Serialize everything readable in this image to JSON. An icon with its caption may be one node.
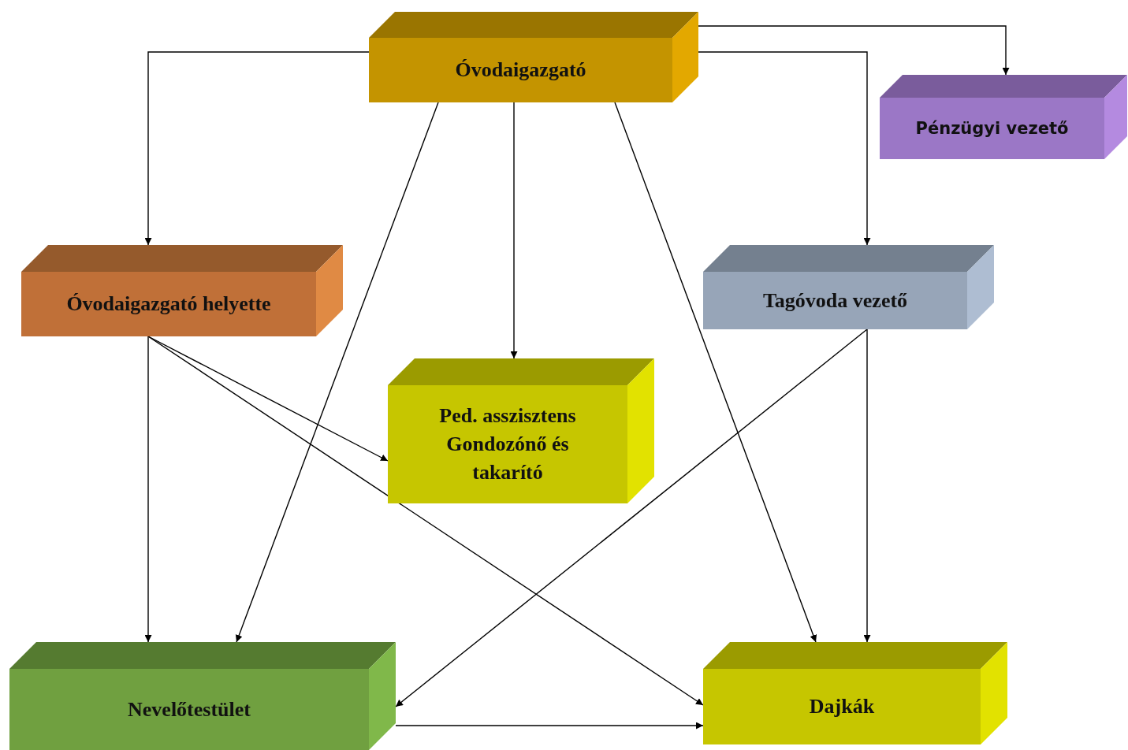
{
  "diagram": {
    "nodes": [
      {
        "text": [
          "Óvodaigazgató"
        ]
      },
      {
        "text": [
          "Pénzügyi vezető"
        ]
      },
      {
        "text": [
          "Óvodaigazgató helyette"
        ]
      },
      {
        "text": [
          "Tagóvoda vezető"
        ]
      },
      {
        "text": [
          "Ped. asszisztens Gondozónő és takarító"
        ]
      },
      {
        "text": [
          "Nevelőtestület"
        ]
      },
      {
        "text": [
          "Dajkák"
        ]
      }
    ],
    "edges": [
      {
        "from": 0,
        "to": 1,
        "arrow": "to"
      },
      {
        "from": 0,
        "to": 3,
        "arrow": "to"
      },
      {
        "from": 0,
        "to": 2,
        "arrow": "to"
      },
      {
        "from": 0,
        "to": 4,
        "arrow": "to"
      },
      {
        "from": 0,
        "to": 5,
        "arrow": "to"
      },
      {
        "from": 0,
        "to": 6,
        "arrow": "to"
      },
      {
        "from": 2,
        "to": 5,
        "arrow": "to"
      },
      {
        "from": 2,
        "to": 4,
        "arrow": "to"
      },
      {
        "from": 2,
        "to": 6,
        "arrow": "to"
      },
      {
        "from": 3,
        "to": 5,
        "arrow": "to"
      },
      {
        "from": 3,
        "to": 6,
        "arrow": "to"
      },
      {
        "from": 5,
        "to": 6,
        "arrow": "to"
      }
    ]
  }
}
